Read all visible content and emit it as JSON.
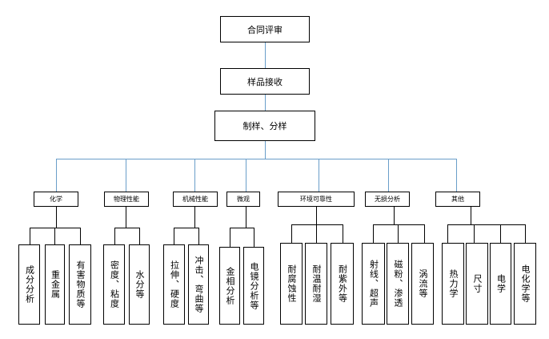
{
  "flow": {
    "step1": "合同评审",
    "step2": "样品接收",
    "step3": "制样、分样"
  },
  "categories": [
    {
      "label": "化学",
      "items": [
        "成分分析",
        "重金属",
        "有害物质等"
      ]
    },
    {
      "label": "物理性能",
      "items": [
        "密度、粘度",
        "水分等"
      ]
    },
    {
      "label": "机械性能",
      "items": [
        "拉伸、硬度",
        "冲击、弯曲等"
      ]
    },
    {
      "label": "微观",
      "items": [
        "金相分析",
        "电镜分析等"
      ]
    },
    {
      "label": "环境可靠性",
      "items": [
        "耐腐蚀性",
        "耐温耐湿",
        "耐紫外等"
      ]
    },
    {
      "label": "无损分析",
      "items": [
        "射线、超声",
        "磁粉、渗透",
        "涡流等"
      ]
    },
    {
      "label": "其他",
      "items": [
        "热力学",
        "尺寸",
        "电学",
        "电化学等"
      ]
    }
  ]
}
